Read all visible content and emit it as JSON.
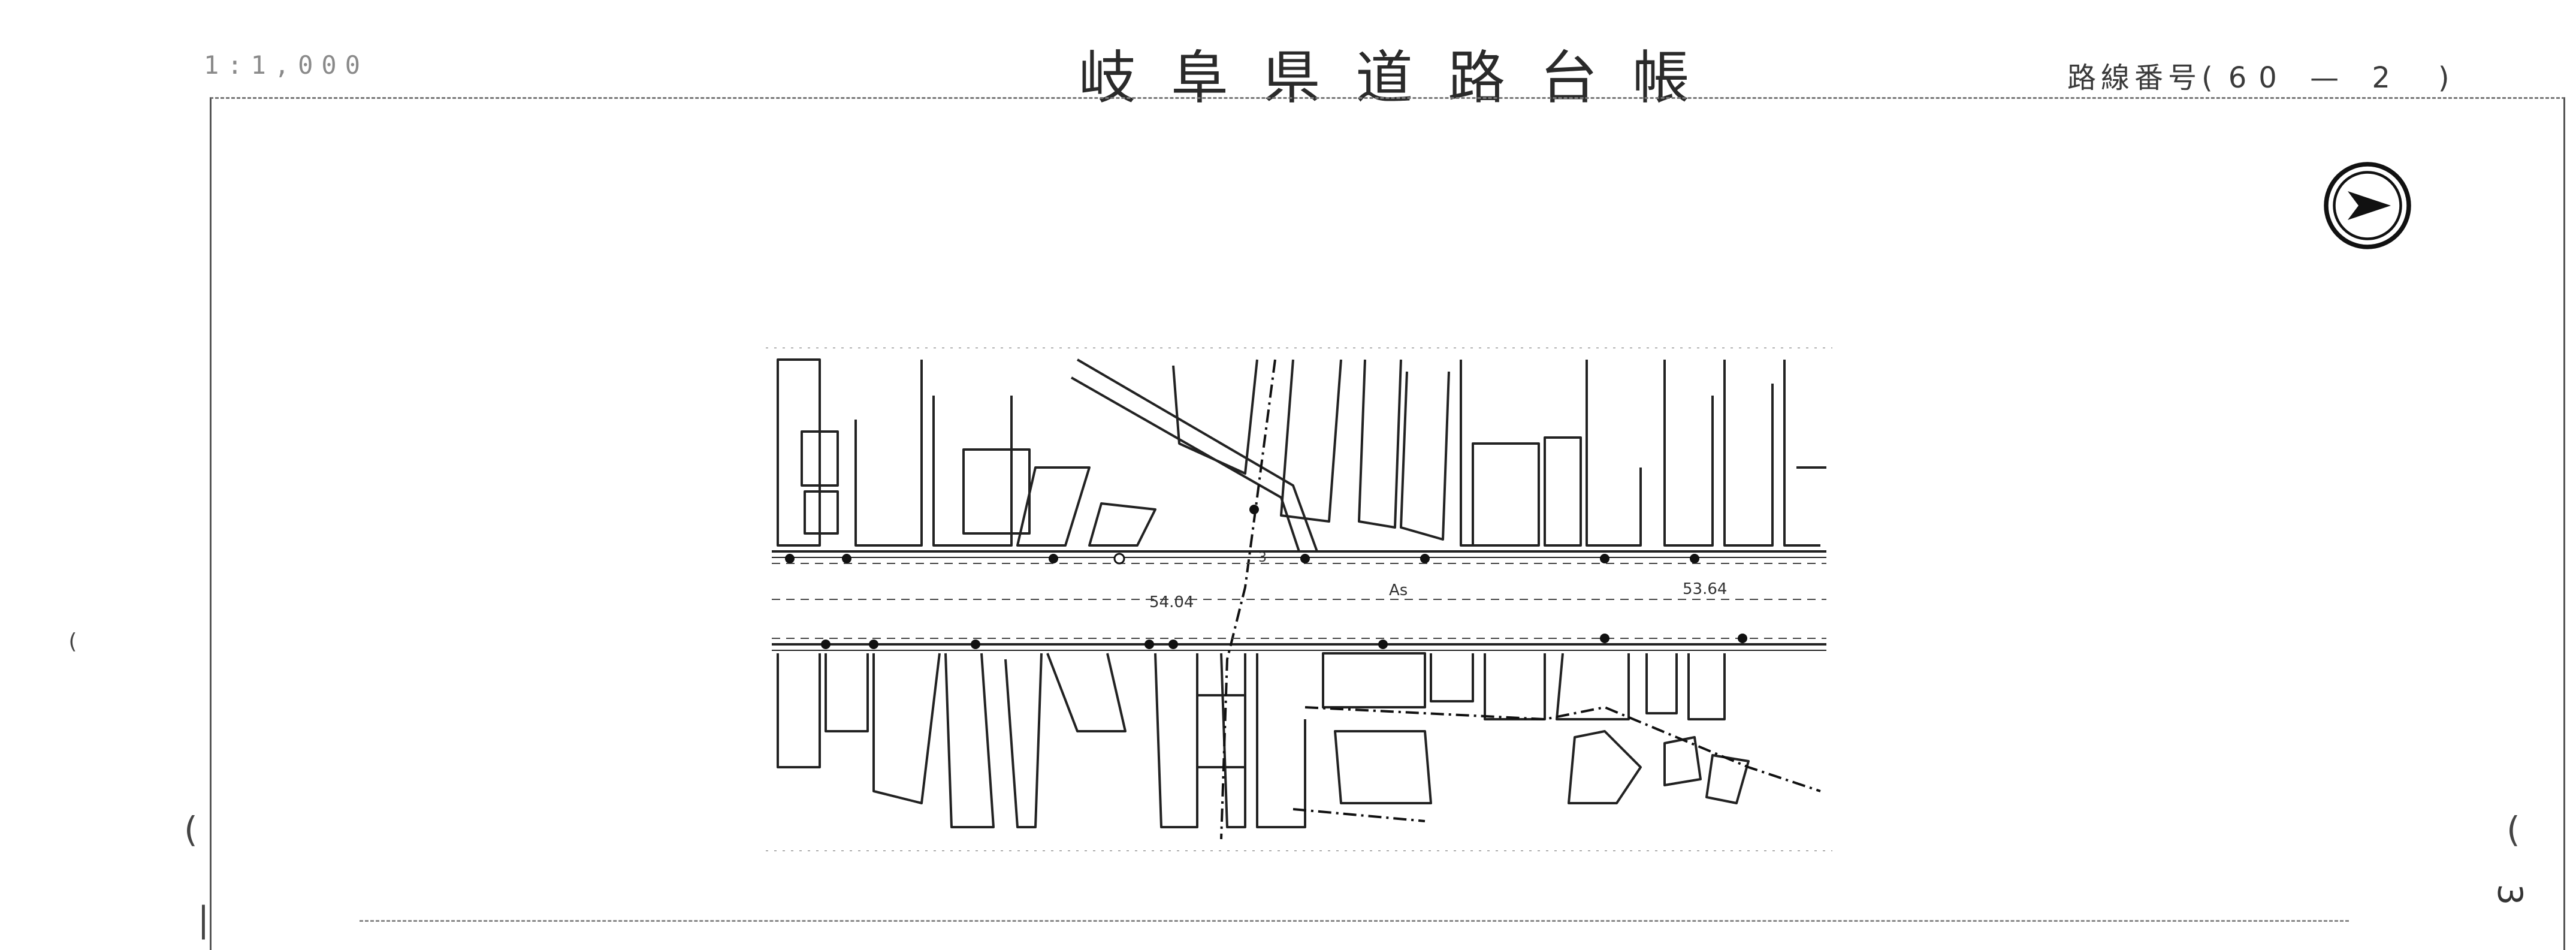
{
  "header": {
    "scale": "1:1,000",
    "title": "岐阜県道路台帳",
    "route_label": "路線番号(",
    "route_number": "60 — 2",
    "route_close": ")"
  },
  "map": {
    "labels": {
      "measure_1": "54.04",
      "surface": "As",
      "measure_2": "53.64",
      "boundary_number": "3"
    }
  },
  "margins": {
    "right_page_mark": "3"
  },
  "icons": {
    "compass": "north-arrow-icon"
  },
  "colors": {
    "ink": "#1a1a1a",
    "faint_ink": "#8a8a8a",
    "paper": "#ffffff"
  }
}
